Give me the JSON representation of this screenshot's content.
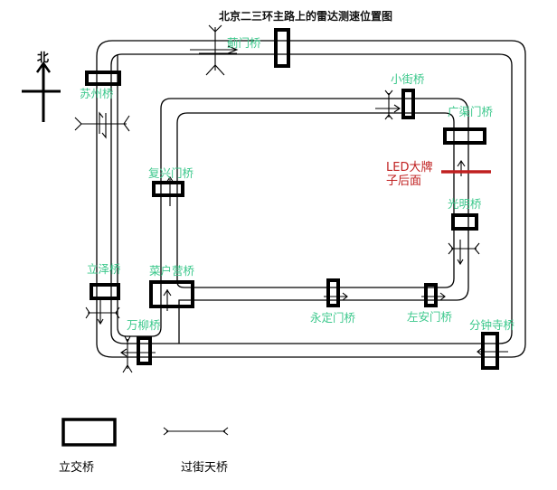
{
  "title": "北京二三环主路上的雷达测速位置图",
  "compass": {
    "label": "北",
    "icon": "north-arrow-icon"
  },
  "bridges": [
    {
      "id": "jimenqiao",
      "name": "蓟门桥"
    },
    {
      "id": "suzhouqiao",
      "name": "苏州桥"
    },
    {
      "id": "xiaojieqiao",
      "name": "小街桥"
    },
    {
      "id": "guangqumenqiao",
      "name": "广渠门桥"
    },
    {
      "id": "fuxingmenqiao",
      "name": "复兴门桥"
    },
    {
      "id": "guangmingqiao",
      "name": "光明桥"
    },
    {
      "id": "lizeqiao",
      "name": "立泽桥"
    },
    {
      "id": "caihuyingqiao",
      "name": "菜户营桥"
    },
    {
      "id": "wanliuqiao",
      "name": "万柳桥"
    },
    {
      "id": "yongdingmenqiao",
      "name": "永定门桥"
    },
    {
      "id": "zuoanmenqiao",
      "name": "左安门桥"
    },
    {
      "id": "fenzhongsiqiao",
      "name": "分钟寺桥"
    }
  ],
  "radar_marker": {
    "label_line1": "LED大牌",
    "label_line2": "子后面",
    "color": "#c02020"
  },
  "legend": {
    "interchange_label": "立交桥",
    "footbridge_label": "过街天桥"
  },
  "colors": {
    "bridge_label": "#3cc88c",
    "radar": "#c02020",
    "road": "#000000"
  }
}
